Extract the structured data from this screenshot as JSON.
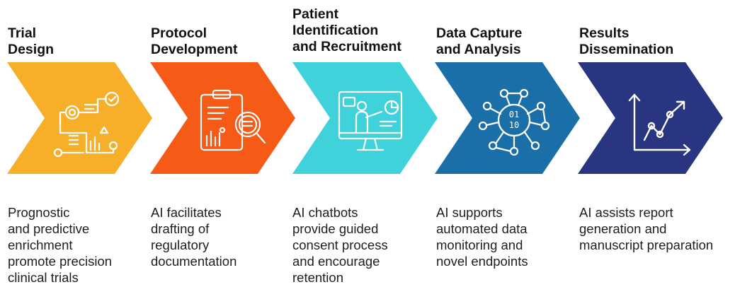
{
  "steps": [
    {
      "title_lines": [
        "Trial",
        "Design"
      ],
      "color": "#F7AF2A",
      "icon": "design-flow-icon",
      "desc_lines": [
        "Prognostic",
        "and predictive",
        "enrichment",
        "promote precision",
        "clinical trials"
      ]
    },
    {
      "title_lines": [
        "Protocol",
        "Development"
      ],
      "color": "#F55A16",
      "icon": "clipboard-magnifier-icon",
      "desc_lines": [
        "AI facilitates",
        "drafting of",
        "regulatory",
        "documentation"
      ]
    },
    {
      "title_lines": [
        "Patient",
        "Identification",
        "and Recruitment"
      ],
      "color": "#3FD2DA",
      "icon": "monitor-presenter-icon",
      "desc_lines": [
        "AI chatbots",
        "provide guided",
        "consent process",
        "and encourage",
        "retention"
      ]
    },
    {
      "title_lines": [
        "Data Capture",
        "and Analysis"
      ],
      "color": "#1B6FA9",
      "icon": "binary-network-icon",
      "desc_lines": [
        "AI supports",
        "automated data",
        "monitoring and",
        "novel endpoints"
      ]
    },
    {
      "title_lines": [
        "Results",
        "Dissemination"
      ],
      "color": "#2A3582",
      "icon": "growth-chart-icon",
      "desc_lines": [
        "AI assists report",
        "generation and",
        "manuscript preparation"
      ]
    }
  ]
}
